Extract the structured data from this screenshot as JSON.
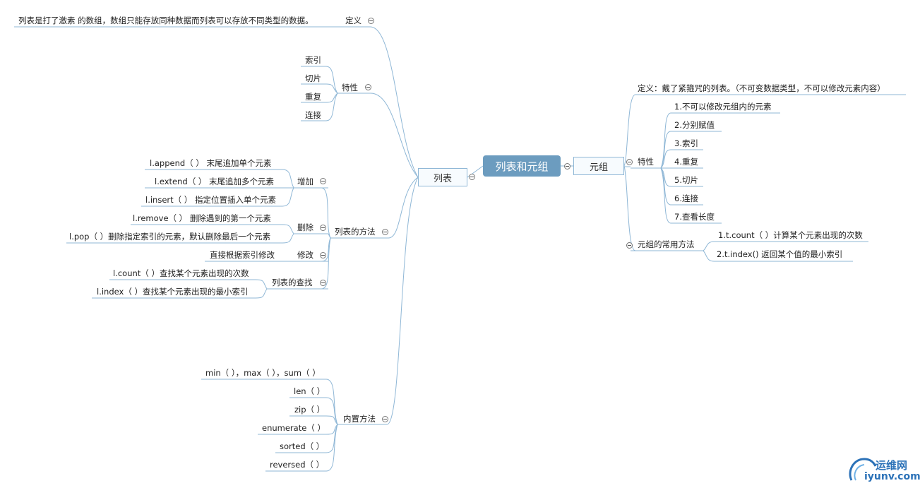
{
  "root": "列表和元组",
  "list": {
    "title": "列表",
    "definition_label": "定义",
    "definition_text": "列表是打了激素 的数组，数组只能存放同种数据而列表可以存放不同类型的数据。",
    "features_label": "特性",
    "features": [
      "索引",
      "切片",
      "重复",
      "连接"
    ],
    "methods_label": "列表的方法",
    "add_label": "增加",
    "add_items": [
      "l.append（ ）   末尾追加单个元素",
      "l.extend（ ）   末尾追加多个元素",
      "l.insert（ ）  指定位置插入单个元素"
    ],
    "delete_label": "删除",
    "delete_items": [
      "l.remove（ ）   删除遇到的第一个元素",
      "l.pop（ ）删除指定索引的元素，默认删除最后一个元素"
    ],
    "modify_label": "修改",
    "modify_items": [
      "直接根据索引修改"
    ],
    "find_label": "列表的查找",
    "find_items": [
      "l.count（ ）查找某个元素出现的次数",
      "l.index（ ）查找某个元素出现的最小索引"
    ],
    "builtin_label": "内置方法",
    "builtin_items": [
      "min（ ），max（ ），sum（ ）",
      "len（ ）",
      "zip（ ）",
      "enumerate（ ）",
      "sorted（ ）",
      "reversed（ ）"
    ]
  },
  "tuple": {
    "title": "元组",
    "definition_text": "定义：戴了紧箍咒的列表。（不可变数据类型，不可以修改元素内容）",
    "features_label": "特性",
    "features": [
      "1.不可以修改元组内的元素",
      "2.分别赋值",
      "3.索引",
      "4.重复",
      "5.切片",
      "6.连接",
      "7.查看长度"
    ],
    "methods_label": "元组的常用方法",
    "methods": [
      "1.t.count（ ）计算某个元素出现的次数",
      "2.t.index()  返回某个值的最小索引"
    ]
  },
  "watermark": {
    "cn": "运维网",
    "en": "iyunv.com"
  },
  "colors": {
    "line": "#8fb7d6",
    "root_bg": "#6c9cbf",
    "node_bg": "#f7fbfe",
    "logo": "#2c72b8"
  }
}
